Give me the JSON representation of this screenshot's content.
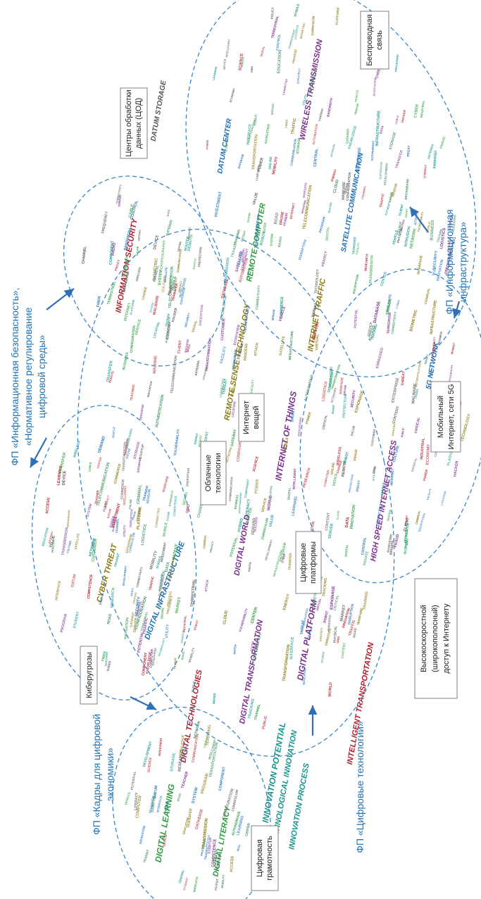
{
  "colors": {
    "accent_blue": "#1f73b8",
    "dashed_outline": "#3a86cc",
    "callout_border": "#7f7f7f",
    "text_dark": "#222222",
    "word_colors": [
      "#1f6fb5",
      "#2a9d3c",
      "#b01d2a",
      "#7b2d8e",
      "#8a7a12",
      "#13948c",
      "#555555",
      "#3c8c5c"
    ]
  },
  "program_labels": {
    "info_security": [
      "ФП «Информационная безопасность»,",
      "«Нормативное регулирование",
      "цифровой среды»"
    ],
    "info_infrastructure": [
      "ФП «Информационная",
      "инфраструктура»"
    ],
    "personnel": [
      "ФП «Кадры для цифровой",
      "экономики»"
    ],
    "digital_tech": [
      "ФП «Цифровые технологии»"
    ]
  },
  "callouts": {
    "data_centers": [
      "Центры обработки",
      "данных (ЦОД)"
    ],
    "wireless": [
      "Беспроводная",
      "связь"
    ],
    "mobile_5g": [
      "Мобильный",
      "Интернет, сети 5G"
    ],
    "high_speed": [
      "Высокоскоростной",
      "(широкополосный)",
      "доступ к Интернету"
    ],
    "iot": [
      "Интернет",
      "вещей"
    ],
    "cloud": [
      "Облачные",
      "технологии"
    ],
    "platforms": [
      "Цифровые",
      "платформы"
    ],
    "cyber_threats": [
      "Киберугрозы"
    ],
    "digital_literacy": [
      "Цифровая",
      "грамотность"
    ]
  },
  "keywords": {
    "datum_storage": "DATUM STORAGE",
    "datum_center": "DATUM CENTER",
    "wireless_transmission": "WIRELESS TRANSMISSION",
    "satellite_communication": "SATELLITE COMMUNICATION",
    "information_security": "INFORMATION SECURITY",
    "remote_computer": "REMOTE COMPUTER",
    "internet_traffic": "INTERNET TRAFFIC",
    "network_5g": "5G NETWORK",
    "high_speed_internet_access": "HIGH SPEED INTERNET ACCESS",
    "internet_of_things": "INTERNET OF THINGS",
    "remote_sense_technology": "REMOTE SENSE TECHNOLOGY",
    "cyber_threat": "CYBER THREAT",
    "digital_infrastructure": "DIGITAL INFRASTRUCTURE",
    "digital_world": "DIGITAL WORLD",
    "digital_platform": "DIGITAL PLATFORM",
    "digital_transformation": "DIGITAL TRANSFORMATION",
    "intelligent_transportation": "INTELLIGENT TRANSPORTATION",
    "innovation_potential": "INNOVATION POTENTIAL",
    "technological_innovation": "TECHNOLOGICAL INNOVATION",
    "innovation_process": "INNOVATION PROCESS",
    "digital_technologies": "DIGITAL TECHNOLOGIES",
    "digital_learning": "DIGITAL LEARNING",
    "digital_literacy": "DIGITAL LITERACY"
  },
  "word_cloud": [
    "DATUM",
    "CENTRAL",
    "STORAGE",
    "DATABASE",
    "NETWORK",
    "SERVER",
    "COMPUTER",
    "PROCESSING",
    "INTERFACE",
    "PROGRAM",
    "DATA",
    "SYSTEM",
    "ACCESS",
    "CONTROL",
    "CENTER",
    "TRANSFER",
    "COMPONENT",
    "DEMAND",
    "DEVICE",
    "CONFIGURATION",
    "WIRELESS",
    "TRANSMISSION",
    "COMMUNICATION",
    "ANTENNA",
    "SIGNAL",
    "CHANNEL",
    "RADIO",
    "FREQUENCY",
    "SATELLITE",
    "MOBILE",
    "TELECOMMUNICATION",
    "TERRESTRIAL",
    "BROADBAND",
    "FIBER",
    "CABLE",
    "CONNECTIVITY",
    "BANDWIDTH",
    "TRAFFIC",
    "ROUTER",
    "GATEWAY",
    "SECURITY",
    "PRIVACY",
    "PROTECTION",
    "AUTHENTICATION",
    "ENCRYPTION",
    "BIOMETRIC",
    "HACKER",
    "INTRUSION",
    "CRYPTOGRAPHY",
    "POLICY",
    "REMOTE",
    "VIRTUAL",
    "INTERNET",
    "ONLINE",
    "PROXY",
    "CLIENT",
    "CLOUD",
    "HYBRID",
    "PUBLIC",
    "PRIVATE",
    "SENSOR",
    "SMART",
    "MACHINE",
    "ROBOT",
    "DRONE",
    "TRACKING",
    "LOCATION",
    "AUTOMATION",
    "CONNECTED",
    "EMBEDDED",
    "CYBER",
    "THREAT",
    "CRIMINAL",
    "ATTACK",
    "FRAUD",
    "TERRORISM",
    "WARFARE",
    "ESPIONAGE",
    "MALWARE",
    "VULNERABILITY",
    "INFRASTRUCTURE",
    "PHYSICAL",
    "INDUSTRIAL",
    "CRITICAL",
    "ENERGY",
    "UTILITY",
    "POWER",
    "GRID",
    "WATER",
    "FACILITY",
    "DIGITAL",
    "WORLD",
    "PLATFORM",
    "ECOSYSTEM",
    "ECONOMY",
    "MARKET",
    "COMMERCE",
    "BUSINESS",
    "SERVICE",
    "CONTENT",
    "TRANSFORMATION",
    "INNOVATION",
    "CHANGE",
    "STRATEGY",
    "DISRUPTION",
    "TECHNOLOGY",
    "ENTERPRISE",
    "CUSTOMER",
    "VALUE",
    "CULTURE",
    "INTELLIGENT",
    "TRANSPORTATION",
    "VEHICLE",
    "TRAFFIC",
    "MOBILITY",
    "LOGISTICS",
    "NAVIGATION",
    "TRANSIT",
    "AUTONOMOUS",
    "ROAD",
    "POTENTIAL",
    "PROCESS",
    "RESEARCH",
    "DEVELOPMENT",
    "PATENT",
    "KNOWLEDGE",
    "SCIENCE",
    "STARTUP",
    "INVESTMENT",
    "TRANSFER",
    "LEARNING",
    "LITERACY",
    "EDUCATION",
    "TEACHING",
    "STUDENT",
    "SKILL",
    "TRAINING",
    "CURRICULUM",
    "TEACHER",
    "COMPETENCE"
  ]
}
